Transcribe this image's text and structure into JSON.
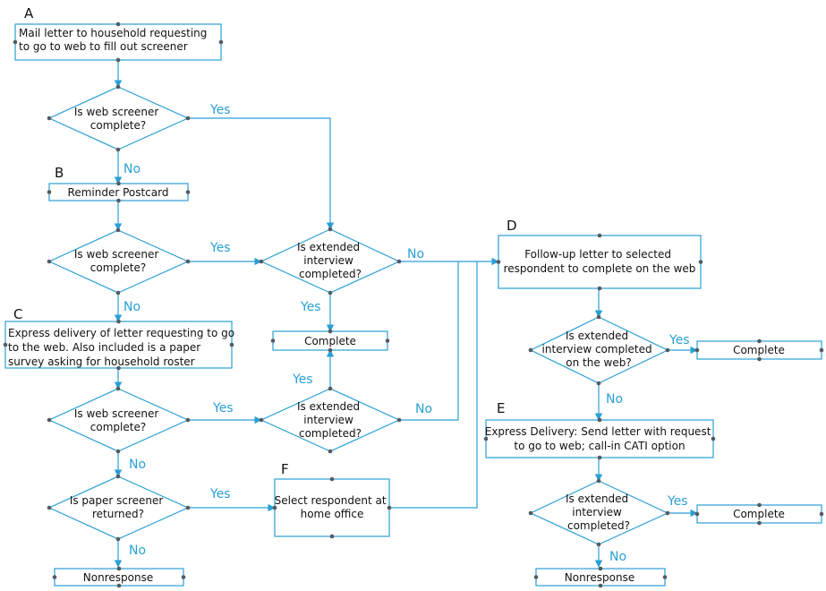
{
  "steps": {
    "a": "A",
    "b": "B",
    "c": "C",
    "d": "D",
    "e": "E",
    "f": "F"
  },
  "nodes": {
    "mail_letter": [
      "Mail letter to household requesting",
      "to go to web to fill out screener"
    ],
    "screener_q1": [
      "Is web screener",
      "complete?"
    ],
    "reminder_postcard": [
      "Reminder Postcard"
    ],
    "screener_q2": [
      "Is web screener",
      "complete?"
    ],
    "extended_q1": [
      "Is extended",
      "interview",
      "completed?"
    ],
    "complete_mid": [
      "Complete"
    ],
    "express_delivery_c": [
      "Express delivery of letter requesting to go",
      "to the web.  Also included is a paper",
      "survey asking for household roster"
    ],
    "screener_q3": [
      "Is web screener",
      "complete?"
    ],
    "extended_q2": [
      "Is extended",
      "interview",
      "completed?"
    ],
    "paper_q": [
      "Is paper screener",
      "returned?"
    ],
    "select_respondent": [
      "Select respondent at",
      "home office"
    ],
    "nonresponse_left": [
      "Nonresponse"
    ],
    "followup_letter": [
      "Follow-up letter to selected",
      "respondent to complete on the web"
    ],
    "extended_q3": [
      "Is extended",
      "interview completed",
      "on the web?"
    ],
    "complete_right1": [
      "Complete"
    ],
    "express_delivery_e": [
      "Express Delivery:  Send letter with request",
      "to go to web; call-in CATI option"
    ],
    "extended_q4": [
      "Is extended",
      "interview",
      "completed?"
    ],
    "complete_right2": [
      "Complete"
    ],
    "nonresponse_right": [
      "Nonresponse"
    ]
  },
  "labels": {
    "yes": "Yes",
    "no": "No"
  },
  "colors": {
    "accent": "#2a9fd6",
    "handle": "#555a60"
  }
}
